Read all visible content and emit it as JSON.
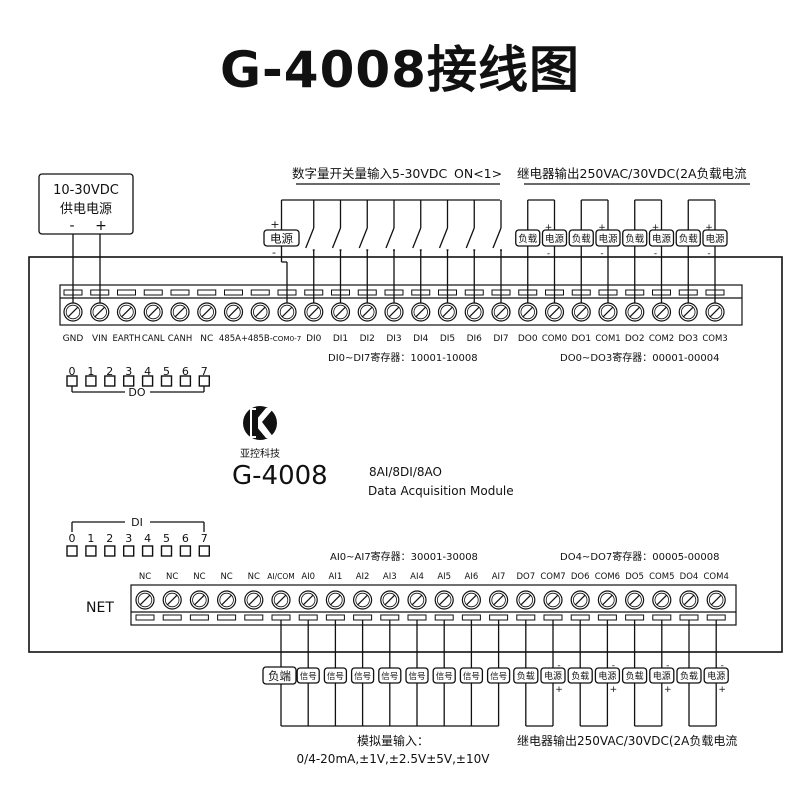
{
  "title": "G-4008接线图",
  "power_supply": {
    "label": "10-30VDC",
    "label2": "供电电源",
    "minus": "-",
    "plus": "+"
  },
  "top": {
    "di_header": "数字量开关量输入5-30VDC",
    "on_label": "ON<1>",
    "relay_header": "继电器输出250VAC/30VDC(2A负载电流",
    "source_label": "电源",
    "source_plus": "+",
    "source_minus": "-",
    "terminals": [
      "GND",
      "VIN",
      "EARTH",
      "CANL",
      "CANH",
      "NC",
      "485A+",
      "485B-",
      "COM0-7",
      "DI0",
      "DI1",
      "DI2",
      "DI3",
      "DI4",
      "DI5",
      "DI6",
      "DI7",
      "DO0",
      "COM0",
      "DO1",
      "COM1",
      "DO2",
      "COM2",
      "DO3",
      "COM3"
    ],
    "relay_boxes": [
      "负载",
      "电源",
      "负载",
      "电源",
      "负载",
      "电源",
      "负载",
      "电源"
    ],
    "relay_signs": [
      "-",
      "+",
      "-",
      "+",
      "-",
      "+",
      "-",
      "+"
    ],
    "di_register": "DI0~DI7寄存器：10001-10008",
    "do_register": "DO0~DO3寄存器：00001-00004"
  },
  "do_dip": {
    "label": "DO",
    "numbers": [
      "0",
      "1",
      "2",
      "3",
      "4",
      "5",
      "6",
      "7"
    ]
  },
  "brand": {
    "name": "亚控科技"
  },
  "module": {
    "model": "G-4008",
    "spec": "8AI/8DI/8AO",
    "desc": "Data Acquisition Module"
  },
  "di_dip": {
    "label": "DI",
    "numbers": [
      "0",
      "1",
      "2",
      "3",
      "4",
      "5",
      "6",
      "7"
    ]
  },
  "bottom": {
    "ai_register": "AI0~AI7寄存器：30001-30008",
    "do_register": "DO4~DO7寄存器：00005-00008",
    "net_label": "NET",
    "terminals": [
      "NC",
      "NC",
      "NC",
      "NC",
      "NC",
      "AI/COM",
      "AI0",
      "AI1",
      "AI2",
      "AI3",
      "AI4",
      "AI5",
      "AI6",
      "AI7",
      "DO7",
      "COM7",
      "DO6",
      "COM6",
      "DO5",
      "COM5",
      "DO4",
      "COM4"
    ],
    "load_label": "负端",
    "signal_label": "信号",
    "relay_boxes": [
      "负载",
      "电源",
      "负载",
      "电源",
      "负载",
      "电源",
      "负载",
      "电源"
    ],
    "analog_label": "模拟量输入：",
    "analog_range": "0/4-20mA,±1V,±2.5V±5V,±10V",
    "relay_footer": "继电器输出250VAC/30VDC(2A负载电流"
  }
}
